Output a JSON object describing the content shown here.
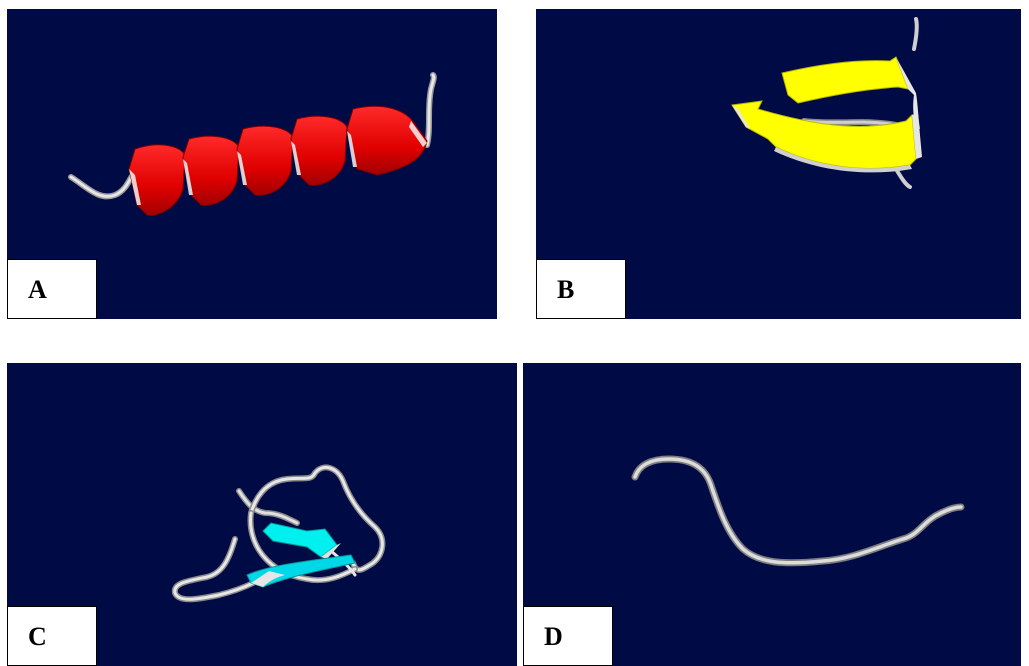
{
  "panels": [
    {
      "label": "A",
      "structure": "alpha-helix",
      "ribbon_color": "#ff0000"
    },
    {
      "label": "B",
      "structure": "beta-sheet",
      "ribbon_color": "#ffff00"
    },
    {
      "label": "C",
      "structure": "mixed-beta-coil",
      "ribbon_color": "#00e5ee"
    },
    {
      "label": "D",
      "structure": "random-coil",
      "ribbon_color": "#c8c8c8"
    }
  ],
  "colors": {
    "background": "#000a45",
    "coil": "#c8c8c8"
  }
}
